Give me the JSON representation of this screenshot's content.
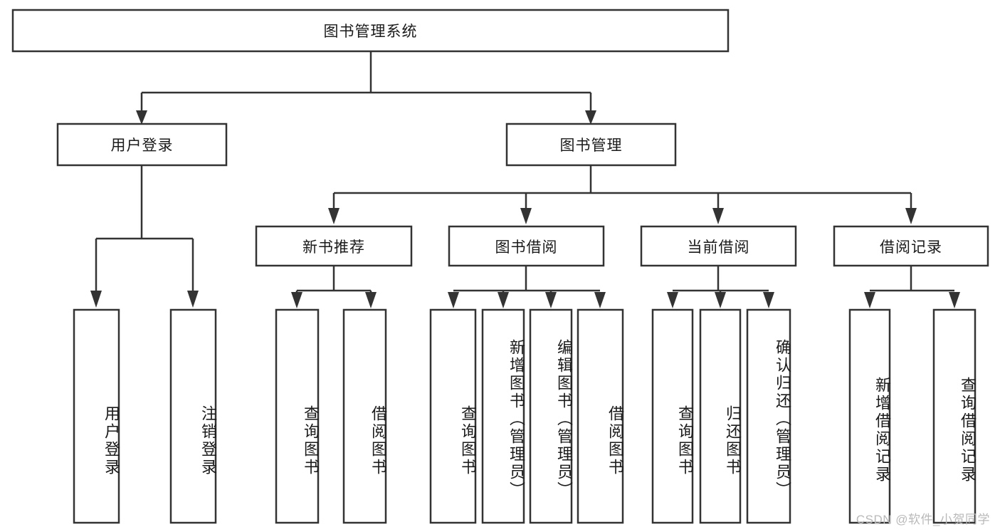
{
  "diagram": {
    "type": "hierarchy-tree",
    "title": "图书管理系统",
    "watermark": "CSDN @软件_小贺同学",
    "colors": {
      "box_stroke": "#333333",
      "box_fill": "#ffffff",
      "connector": "#333333",
      "text": "#1a1a1a",
      "watermark": "#b9b9b9",
      "background": "#ffffff"
    },
    "root": {
      "label": "图书管理系统"
    },
    "level2": [
      {
        "label": "用户登录"
      },
      {
        "label": "图书管理"
      }
    ],
    "level3": [
      {
        "label": "新书推荐"
      },
      {
        "label": "图书借阅"
      },
      {
        "label": "当前借阅"
      },
      {
        "label": "借阅记录"
      }
    ],
    "leaves": {
      "user_login": [
        {
          "label": "用户登录"
        },
        {
          "label": "注销登录"
        }
      ],
      "new_book_recommend": [
        {
          "label": "查询图书"
        },
        {
          "label": "借阅图书"
        }
      ],
      "book_borrow": [
        {
          "label": "查询图书"
        },
        {
          "label": "新增图书（管理员）"
        },
        {
          "label": "编辑图书（管理员）"
        },
        {
          "label": "借阅图书"
        }
      ],
      "current_borrow": [
        {
          "label": "查询图书"
        },
        {
          "label": "归还图书"
        },
        {
          "label": "确认归还（管理员）"
        }
      ],
      "borrow_records": [
        {
          "label": "新增借阅记录"
        },
        {
          "label": "查询借阅记录"
        }
      ]
    }
  }
}
